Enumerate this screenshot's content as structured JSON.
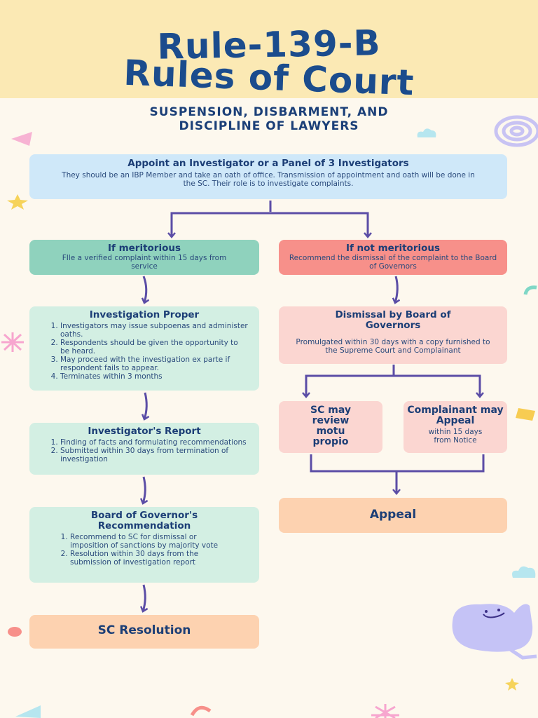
{
  "header": {
    "title_line1": "Rule-139-B",
    "title_line2": "Rules of Court",
    "subtitle_line1": "SUSPENSION, DISBARMENT, AND",
    "subtitle_line2": "DISCIPLINE OF LAWYERS"
  },
  "appoint": {
    "heading": "Appoint an Investigator or a Panel of 3 Investigators",
    "text": "They should be an IBP Member and take an oath of office. Transmission of appointment and oath will be done in the SC. Their role is to investigate complaints."
  },
  "meritorious": {
    "heading": "If meritorious",
    "text": "FIle a verified complaint within 15 days from service"
  },
  "not_meritorious": {
    "heading": "If not meritorious",
    "text": "Recommend the dismissal of the complaint to the Board of Governors"
  },
  "investigation": {
    "heading": "Investigation Proper",
    "items": [
      "Investigators may issue subpoenas and administer oaths.",
      "Respondents should be given the opportunity to be heard.",
      "May proceed with the investigation ex parte if respondent fails to appear.",
      "Terminates within 3 months"
    ]
  },
  "dismissal": {
    "heading": "Dismissal by Board of Governors",
    "text": "Promulgated within 30 days with a copy furnished to the Supreme Court and Complainant"
  },
  "sc_review": {
    "heading": "SC may review motu propio"
  },
  "complainant_appeal": {
    "heading": "Complainant may Appeal",
    "text": "within 15 days from Notice"
  },
  "report": {
    "heading": "Investigator's Report",
    "items": [
      "Finding of facts and formulating recommendations",
      "Submitted within 30 days from termination of investigation"
    ]
  },
  "appeal": {
    "heading": "Appeal"
  },
  "board": {
    "heading": "Board of Governor's Recommendation",
    "items": [
      "Recommend to SC for dismissal or imposition of sanctions by majority vote",
      "Resolution within 30 days from the submission of investigation report"
    ]
  },
  "sc_resolution": {
    "heading": "SC Resolution"
  },
  "colors": {
    "header_bg": "#fbe9b4",
    "title": "#1b4c8d",
    "arrow": "#5b4da6"
  }
}
